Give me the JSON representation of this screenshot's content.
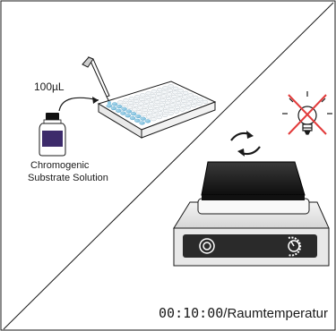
{
  "volume_label": "100µL",
  "reagent_label": {
    "line1": "Chromogenic",
    "line2": "Substrate Solution"
  },
  "incubation": {
    "time": "00:10:00",
    "separator": "/",
    "condition": "Raumtemperatur"
  },
  "icons": {
    "pipette": "pipette-icon",
    "plate": "96-well-plate-icon",
    "bottle": "reagent-bottle-icon",
    "rotate": "rotate-arrows-icon",
    "shaker": "orbital-shaker-icon",
    "no_light": "no-light-icon"
  },
  "colors": {
    "outline": "#1a1a1a",
    "bottle_label": "#3d2b6b",
    "well_blue": "#8ecbe6",
    "cross_red": "#e23a3a",
    "shaker_body": "#e8e8e8",
    "shaker_panel": "#2a2a2a"
  }
}
